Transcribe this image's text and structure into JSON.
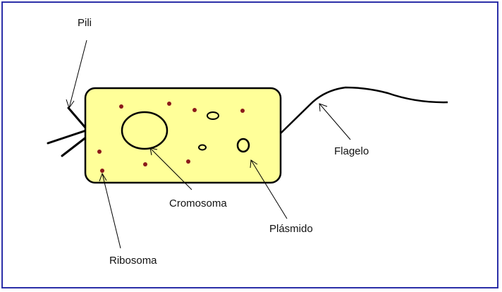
{
  "labels": {
    "pili": "Pili",
    "flagelo": "Flagelo",
    "cromosoma": "Cromosoma",
    "plasmido": "Plásmido",
    "ribosoma": "Ribosoma"
  },
  "colors": {
    "border": "#2b2fa8",
    "cell_fill": "#ffff99",
    "outline": "#000000",
    "ribosome": "#8b1a1a"
  }
}
